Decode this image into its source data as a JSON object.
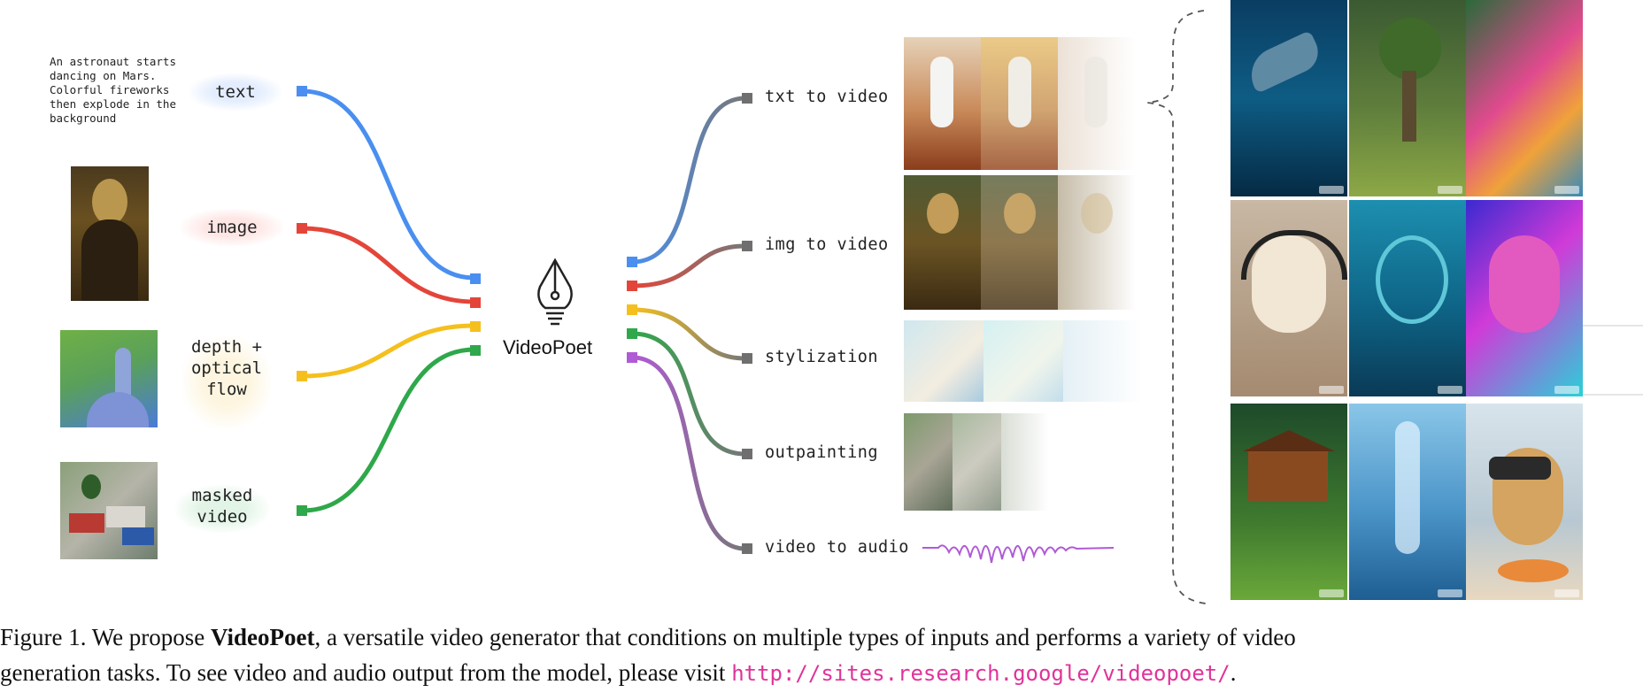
{
  "diagram": {
    "prompt_text": "An astronaut starts dancing on Mars. Colorful fireworks then explode in the background",
    "inputs": [
      {
        "label": "text",
        "color": "#4a8ff0"
      },
      {
        "label": "image",
        "color": "#e4453a"
      },
      {
        "label": "depth + optical flow",
        "color": "#f5c01e"
      },
      {
        "label": "masked video",
        "color": "#2ea84a"
      }
    ],
    "model_name": "VideoPoet",
    "tasks": [
      {
        "label": "txt to video"
      },
      {
        "label": "img to video"
      },
      {
        "label": "stylization"
      },
      {
        "label": "outpainting"
      },
      {
        "label": "video to audio"
      }
    ],
    "gallery_tiles": [
      "shark-tile",
      "tree-creature-tile",
      "paint-splash-tile",
      "dog-headphones-tile",
      "octopus-city-tile",
      "neon-dog-tile",
      "treehouse-tile",
      "glass-figure-tile",
      "dog-vr-tile"
    ]
  },
  "caption": {
    "prefix": "Figure 1.  We propose ",
    "bold": "VideoPoet",
    "line1_rest": ", a versatile video generator that conditions on multiple types of inputs and performs a variety of video",
    "line2": "generation tasks. To see video and audio output from the model, please visit ",
    "url": "http://sites.research.google/videopoet/",
    "suffix": "."
  },
  "colors": {
    "text_curve": "#4a8ff0",
    "image_curve": "#e4453a",
    "depth_curve": "#f5c01e",
    "masked_curve": "#2ea84a",
    "audio_curve": "#b05ad6",
    "task_terminal": "#6f6f6f",
    "url": "#e0339a"
  }
}
